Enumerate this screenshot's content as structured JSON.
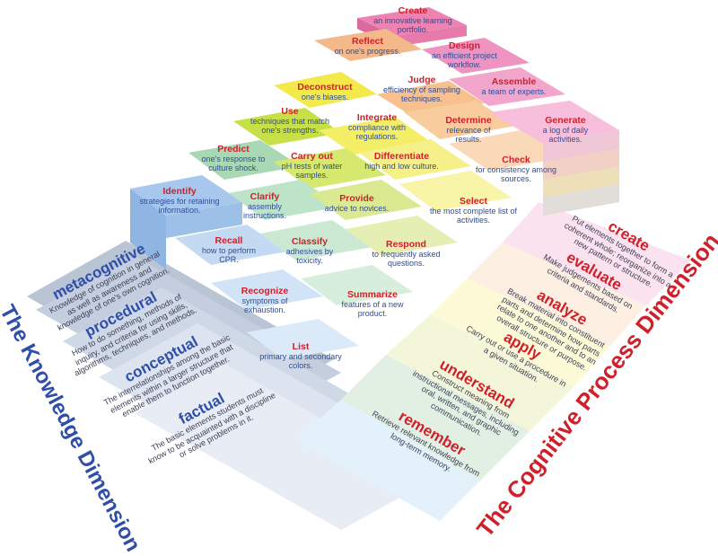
{
  "colors": {
    "verb_red": "#d0202b",
    "object_blue": "#2d4d9a",
    "knowledge_blue": "#2f4ea8",
    "remember": "#bcd6f2",
    "understand": "#bde3c8",
    "apply": "#d4e86a",
    "analyze": "#f3ee60",
    "evaluate": "#f7c48a",
    "create": "#ef8fbd"
  },
  "axes": {
    "knowledge": "The Knowledge Dimension",
    "cognitive": "The Cognitive Process Dimension"
  },
  "knowledge_dimension": [
    {
      "title": "metacognitive",
      "text": "Knowledge of cognition in general as well as awareness and knowledge of one's own cognition."
    },
    {
      "title": "procedural",
      "text": "How to do something, methods of inquiry, and criteria for using skills, algorithms, techniques, and methods."
    },
    {
      "title": "conceptual",
      "text": "The interrelationships among the basic elements within a larger structure that enable them to function together."
    },
    {
      "title": "factual",
      "text": "The basic elements students must know to be acquainted with a discipline or solve problems in it."
    }
  ],
  "cognitive_process_dimension": [
    {
      "title": "create",
      "text": "Put elements together to form a coherent whole; reorganize into a new pattern or structure."
    },
    {
      "title": "evaluate",
      "text": "Make judgements based on criteria and standards."
    },
    {
      "title": "analyze",
      "text": "Break material into constituent parts and determine how parts relate to one another and to an overall structure or purpose."
    },
    {
      "title": "apply",
      "text": "Carry out or use a procedure in a given situation."
    },
    {
      "title": "understand",
      "text": "Construct meaning from instructional messages, including oral, written, and graphic communication."
    },
    {
      "title": "remember",
      "text": "Retrieve relevant knowledge from long-term memory."
    }
  ],
  "blocks": [
    {
      "verb": "Create",
      "object": "an innovative learning portfolio."
    },
    {
      "verb": "Reflect",
      "object": "on one's progress."
    },
    {
      "verb": "Design",
      "object": "an efficient project workflow."
    },
    {
      "verb": "Deconstruct",
      "object": "one's biases."
    },
    {
      "verb": "Judge",
      "object": "efficiency of sampling techniques."
    },
    {
      "verb": "Assemble",
      "object": "a team of experts."
    },
    {
      "verb": "Use",
      "object": "techniques that match one's strengths."
    },
    {
      "verb": "Integrate",
      "object": "compliance with regulations."
    },
    {
      "verb": "Determine",
      "object": "relevance of results."
    },
    {
      "verb": "Generate",
      "object": "a log of daily activities."
    },
    {
      "verb": "Predict",
      "object": "one's response to culture shock."
    },
    {
      "verb": "Carry out",
      "object": "pH tests of water samples."
    },
    {
      "verb": "Differentiate",
      "object": "high and low culture."
    },
    {
      "verb": "Check",
      "object": "for consistency among sources."
    },
    {
      "verb": "Identify",
      "object": "strategies for retaining information."
    },
    {
      "verb": "Clarify",
      "object": "assembly instructions."
    },
    {
      "verb": "Provide",
      "object": "advice to novices."
    },
    {
      "verb": "Select",
      "object": "the most complete list of activities."
    },
    {
      "verb": "Recall",
      "object": "how to perform CPR."
    },
    {
      "verb": "Classify",
      "object": "adhesives by toxicity."
    },
    {
      "verb": "Respond",
      "object": "to frequently asked questions."
    },
    {
      "verb": "Recognize",
      "object": "symptoms of exhaustion."
    },
    {
      "verb": "Summarize",
      "object": "features of a new product."
    },
    {
      "verb": "List",
      "object": "primary and secondary colors."
    }
  ]
}
